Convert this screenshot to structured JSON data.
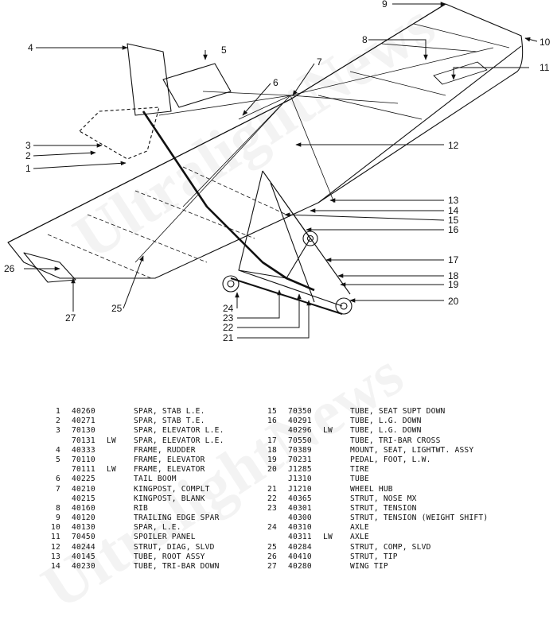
{
  "watermark": "UltralightNews",
  "callouts": [
    "1",
    "2",
    "3",
    "4",
    "5",
    "6",
    "7",
    "8",
    "9",
    "10",
    "11",
    "12",
    "13",
    "14",
    "15",
    "16",
    "17",
    "18",
    "19",
    "20",
    "21",
    "22",
    "23",
    "24",
    "25",
    "26",
    "27"
  ],
  "parts_left": [
    {
      "item": "1",
      "part": "40260",
      "suffix": "",
      "desc": "SPAR, STAB L.E."
    },
    {
      "item": "2",
      "part": "40271",
      "suffix": "",
      "desc": "SPAR, STAB T.E."
    },
    {
      "item": "3",
      "part": "70130",
      "suffix": "",
      "desc": "SPAR, ELEVATOR L.E."
    },
    {
      "item": "",
      "part": "70131",
      "suffix": "LW",
      "desc": "SPAR, ELEVATOR L.E."
    },
    {
      "item": "4",
      "part": "40333",
      "suffix": "",
      "desc": "FRAME, RUDDER"
    },
    {
      "item": "5",
      "part": "70110",
      "suffix": "",
      "desc": "FRAME, ELEVATOR"
    },
    {
      "item": "",
      "part": "70111",
      "suffix": "LW",
      "desc": "FRAME, ELEVATOR"
    },
    {
      "item": "6",
      "part": "40225",
      "suffix": "",
      "desc": "TAIL BOOM"
    },
    {
      "item": "7",
      "part": "40210",
      "suffix": "",
      "desc": "KINGPOST, COMPLT"
    },
    {
      "item": "",
      "part": "40215",
      "suffix": "",
      "desc": "KINGPOST, BLANK"
    },
    {
      "item": "8",
      "part": "40160",
      "suffix": "",
      "desc": "RIB"
    },
    {
      "item": "9",
      "part": "40120",
      "suffix": "",
      "desc": "TRAILING EDGE SPAR"
    },
    {
      "item": "10",
      "part": "40130",
      "suffix": "",
      "desc": "SPAR, L.E."
    },
    {
      "item": "11",
      "part": "70450",
      "suffix": "",
      "desc": "SPOILER PANEL"
    },
    {
      "item": "12",
      "part": "40244",
      "suffix": "",
      "desc": "STRUT, DIAG, SLVD"
    },
    {
      "item": "13",
      "part": "40145",
      "suffix": "",
      "desc": "TUBE, ROOT ASSY"
    },
    {
      "item": "14",
      "part": "40230",
      "suffix": "",
      "desc": "TUBE, TRI-BAR DOWN"
    }
  ],
  "parts_right": [
    {
      "item": "15",
      "part": "70350",
      "suffix": "",
      "desc": "TUBE, SEAT SUPT DOWN"
    },
    {
      "item": "16",
      "part": "40291",
      "suffix": "",
      "desc": "TUBE, L.G. DOWN"
    },
    {
      "item": "",
      "part": "40296",
      "suffix": "LW",
      "desc": "TUBE, L.G. DOWN"
    },
    {
      "item": "17",
      "part": "70550",
      "suffix": "",
      "desc": "TUBE, TRI-BAR CROSS"
    },
    {
      "item": "18",
      "part": "70389",
      "suffix": "",
      "desc": "MOUNT, SEAT, LIGHTWT. ASSY"
    },
    {
      "item": "19",
      "part": "70231",
      "suffix": "",
      "desc": "PEDAL, FOOT, L.W."
    },
    {
      "item": "20",
      "part": "J1285",
      "suffix": "",
      "desc": "TIRE"
    },
    {
      "item": "",
      "part": "J1310",
      "suffix": "",
      "desc": "TUBE"
    },
    {
      "item": "21",
      "part": "J1210",
      "suffix": "",
      "desc": "WHEEL HUB"
    },
    {
      "item": "22",
      "part": "40365",
      "suffix": "",
      "desc": "STRUT, NOSE MX"
    },
    {
      "item": "23",
      "part": "40301",
      "suffix": "",
      "desc": "STRUT, TENSION"
    },
    {
      "item": "",
      "part": "40300",
      "suffix": "",
      "desc": "STRUT, TENSION (WEIGHT SHIFT)"
    },
    {
      "item": "24",
      "part": "40310",
      "suffix": "",
      "desc": "AXLE"
    },
    {
      "item": "",
      "part": "40311",
      "suffix": "LW",
      "desc": "AXLE"
    },
    {
      "item": "25",
      "part": "40284",
      "suffix": "",
      "desc": "STRUT,  COMP,  SLVD"
    },
    {
      "item": "26",
      "part": "40410",
      "suffix": "",
      "desc": "STRUT, TIP"
    },
    {
      "item": "27",
      "part": "40280",
      "suffix": "",
      "desc": "WING TIP"
    }
  ]
}
